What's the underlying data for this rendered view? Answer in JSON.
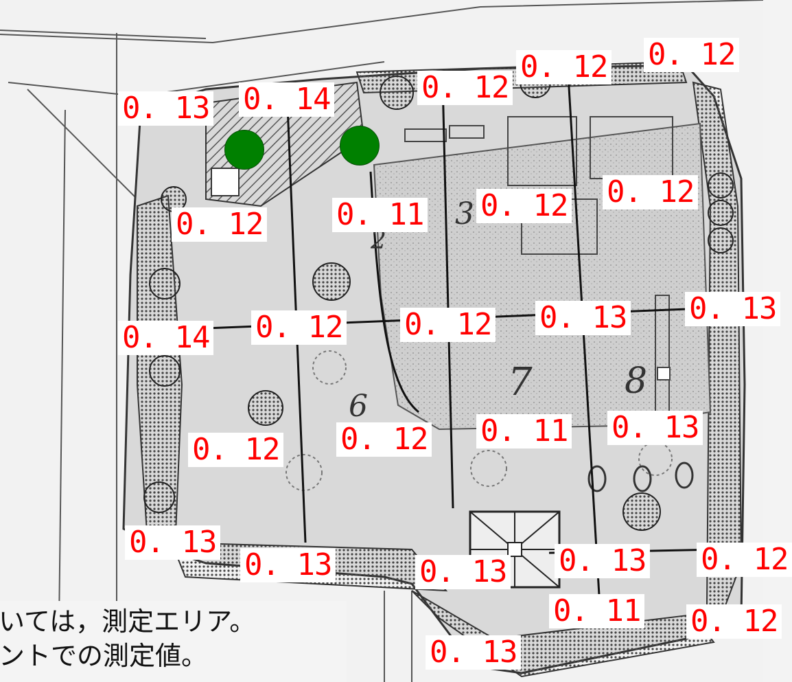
{
  "colors": {
    "reading_text": "#ff0000",
    "reading_box": "#ffffff",
    "marker": "#008000"
  },
  "readings": [
    "0. 13",
    "0. 14",
    "0. 12",
    "0. 12",
    "0. 12",
    "0. 12",
    "0. 11",
    "0. 12",
    "0. 12",
    "0. 14",
    "0. 12",
    "0. 12",
    "0. 13",
    "0. 13",
    "0. 12",
    "0. 12",
    "0. 11",
    "0. 13",
    "0. 13",
    "0. 13",
    "0. 13",
    "0. 13",
    "0. 12",
    "0. 11",
    "0. 12",
    "0. 13"
  ],
  "area_numbers": [
    "3",
    "2",
    "6",
    "7",
    "8"
  ],
  "legend": {
    "line1": "いては，測定エリア。",
    "line2": "ントでの測定値。"
  }
}
